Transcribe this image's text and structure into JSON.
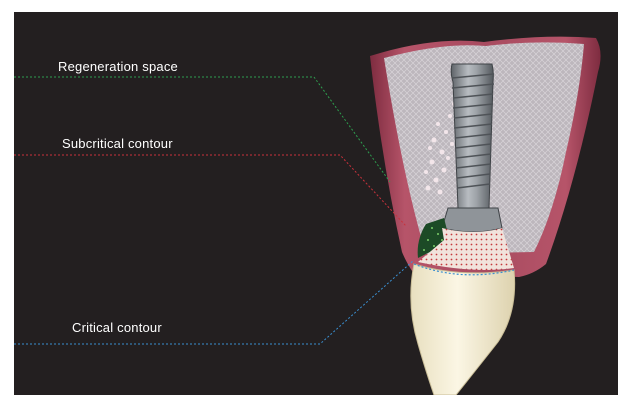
{
  "labels": {
    "regeneration": "Regeneration space",
    "subcritical": "Subcritical contour",
    "critical": "Critical contour"
  },
  "colors": {
    "background": "#231f20",
    "regeneration_line": "#2e9e4f",
    "subcritical_line": "#c8323c",
    "critical_line": "#3a8fd0",
    "gingiva": "#a6455c",
    "bone": "#c9c3c8",
    "implant": "#8c9096",
    "crown": "#f3ecd2"
  }
}
